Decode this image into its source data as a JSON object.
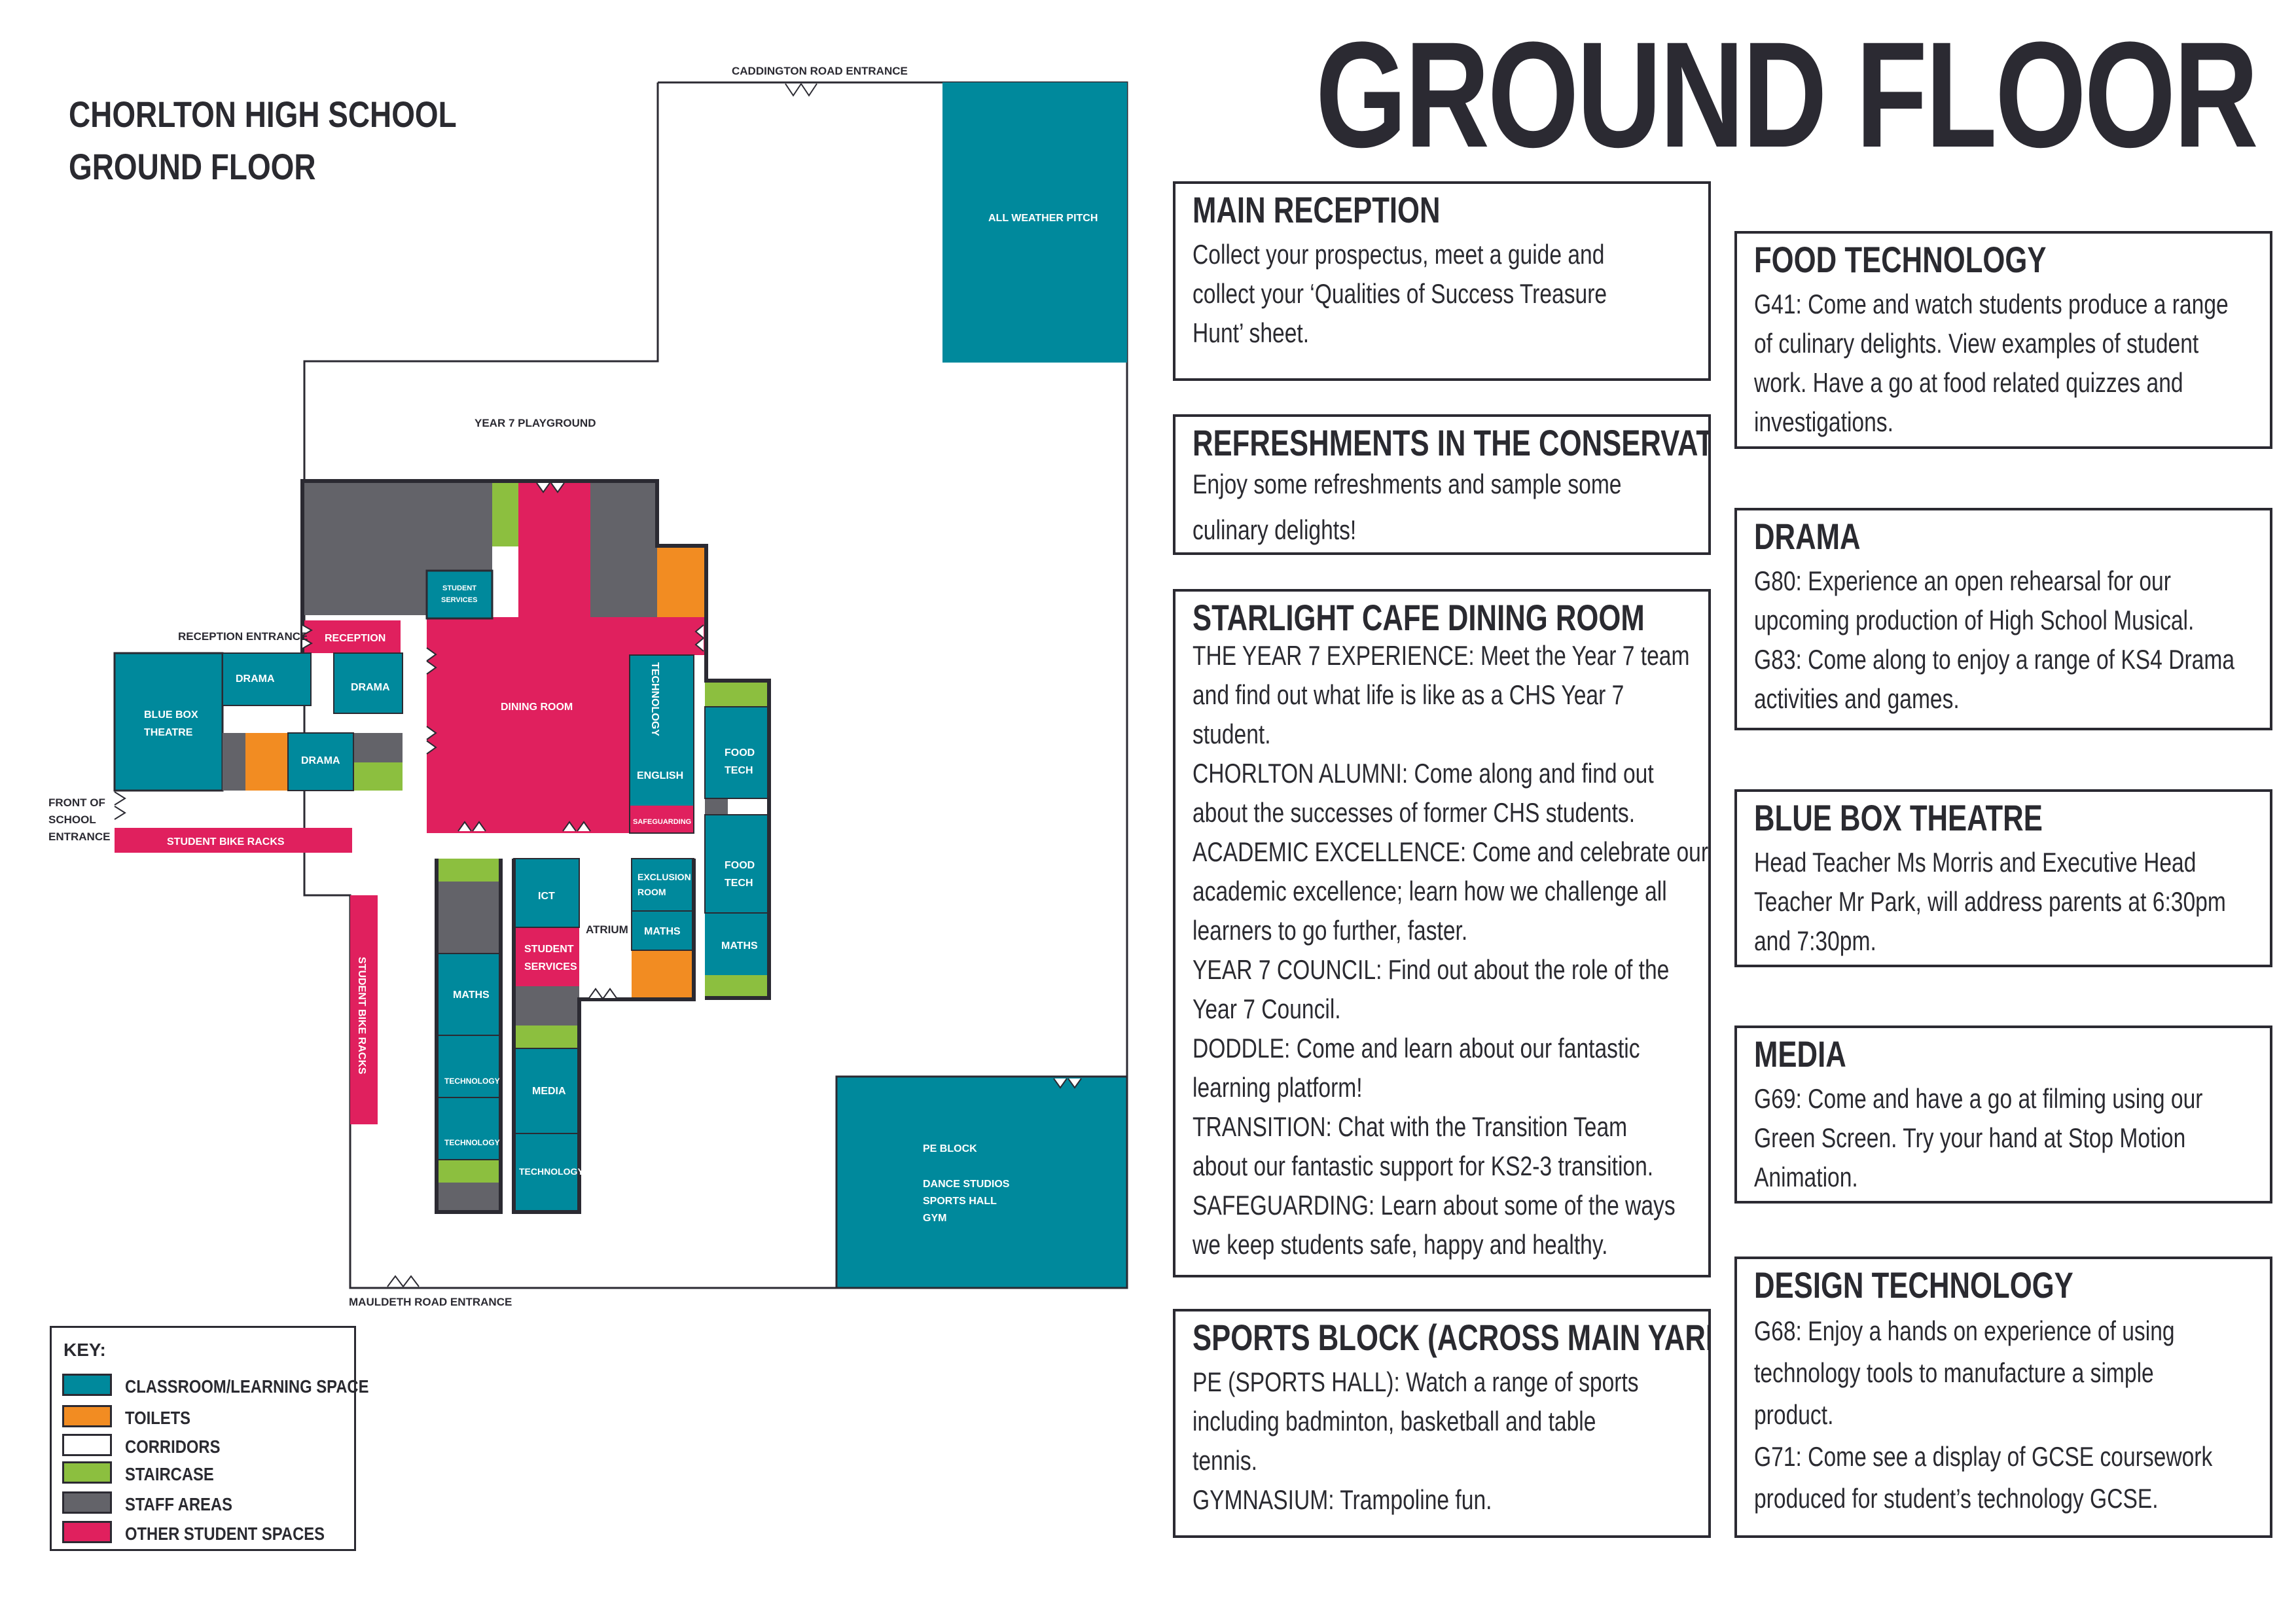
{
  "header": {
    "title": "GROUND FLOOR",
    "school_line1": "CHORLTON HIGH SCHOOL",
    "school_line2": "GROUND FLOOR"
  },
  "colors": {
    "classroom": "#00899c",
    "toilets": "#f28c22",
    "corridors": "#ffffff",
    "staircase": "#8cbf3f",
    "staff": "#636369",
    "student_spaces": "#e0205e",
    "outline": "#2b2a32"
  },
  "map_labels": {
    "caddington": "CADDINGTON ROAD ENTRANCE",
    "all_weather": "ALL WEATHER PITCH",
    "year7_playground": "YEAR 7 PLAYGROUND",
    "reception_entrance": "RECEPTION ENTRANCE",
    "student_services_top_1": "STUDENT",
    "student_services_top_2": "SERVICES",
    "reception": "RECEPTION",
    "blue_box_1": "BLUE BOX",
    "blue_box_2": "THEATRE",
    "drama_a": "DRAMA",
    "drama_b": "DRAMA",
    "drama_c": "DRAMA",
    "dining_room": "DINING ROOM",
    "technology_v": "TECHNOLOGY",
    "english": "ENGLISH",
    "safeguarding": "SAFEGUARDING",
    "food_tech_a1": "FOOD",
    "food_tech_a2": "TECH",
    "food_tech_b1": "FOOD",
    "food_tech_b2": "TECH",
    "front_1": "FRONT OF",
    "front_2": "SCHOOL",
    "front_3": "ENTRANCE",
    "bike_racks_h": "STUDENT BIKE RACKS",
    "bike_racks_v": "STUDENT BIKE RACKS",
    "ict": "ICT",
    "student_services_1": "STUDENT",
    "student_services_2": "SERVICES",
    "atrium": "ATRIUM",
    "exclusion_1": "EXCLUSION",
    "exclusion_2": "ROOM",
    "maths_a": "MATHS",
    "maths_b": "MATHS",
    "maths_c": "MATHS",
    "technology_a": "TECHNOLOGY",
    "technology_b": "TECHNOLOGY",
    "technology_c": "TECHNOLOGY",
    "media": "MEDIA",
    "pe_block": "PE BLOCK",
    "dance": "DANCE STUDIOS",
    "sports_hall": "SPORTS HALL",
    "gym": "GYM",
    "mauldeth": "MAULDETH ROAD ENTRANCE"
  },
  "key": {
    "title": "KEY:",
    "items": [
      {
        "label": "CLASSROOM/LEARNING SPACE",
        "color": "#00899c"
      },
      {
        "label": "TOILETS",
        "color": "#f28c22"
      },
      {
        "label": "CORRIDORS",
        "color": "#ffffff"
      },
      {
        "label": "STAIRCASE",
        "color": "#8cbf3f"
      },
      {
        "label": "STAFF AREAS",
        "color": "#636369"
      },
      {
        "label": "OTHER STUDENT SPACES",
        "color": "#e0205e"
      }
    ]
  },
  "panels": {
    "main_reception": {
      "title": "MAIN RECEPTION",
      "lines": [
        "Collect your prospectus, meet a guide and",
        "collect your ‘Qualities of Success Treasure",
        "Hunt’ sheet."
      ]
    },
    "refreshments": {
      "title": "REFRESHMENTS IN THE CONSERVATORY",
      "lines": [
        "Enjoy some refreshments and sample some",
        "culinary delights!"
      ]
    },
    "starlight": {
      "title": "STARLIGHT CAFE DINING ROOM",
      "lines": [
        "THE YEAR 7 EXPERIENCE: Meet the Year 7 team",
        "and find out what life is like as a CHS Year 7",
        "student.",
        "CHORLTON ALUMNI: Come along and find out",
        "about the successes of former CHS students.",
        "ACADEMIC EXCELLENCE: Come and celebrate our",
        "academic excellence; learn how we challenge all",
        "learners to go further, faster.",
        "YEAR 7 COUNCIL: Find out about the role of the",
        "Year 7 Council.",
        "DODDLE: Come and learn about our fantastic",
        "learning platform!",
        "TRANSITION: Chat with the Transition Team",
        "about our fantastic support for KS2-3 transition.",
        "SAFEGUARDING: Learn about some of the ways",
        "we keep students safe, happy and healthy."
      ]
    },
    "sports": {
      "title": "SPORTS BLOCK (ACROSS MAIN YARD)",
      "lines": [
        "PE (SPORTS HALL): Watch a range of sports",
        "including badminton, basketball and table",
        "tennis.",
        "GYMNASIUM: Trampoline fun."
      ]
    },
    "food": {
      "title": "FOOD TECHNOLOGY",
      "lines": [
        "G41: Come and watch students produce a range",
        "of culinary delights. View examples of student",
        "work. Have a go at food related quizzes and",
        "investigations."
      ]
    },
    "drama": {
      "title": "DRAMA",
      "lines": [
        "G80: Experience an open rehearsal for our",
        "upcoming production of High School Musical.",
        "G83: Come along to enjoy a range of KS4 Drama",
        "activities and games."
      ]
    },
    "bluebox": {
      "title": "BLUE BOX THEATRE",
      "lines": [
        "Head Teacher Ms Morris and Executive Head",
        "Teacher Mr Park, will address parents at 6:30pm",
        "and 7:30pm."
      ]
    },
    "media": {
      "title": "MEDIA",
      "lines": [
        "G69: Come and have a go at filming using our",
        "Green Screen. Try your hand at Stop Motion",
        "Animation."
      ]
    },
    "design": {
      "title": "DESIGN TECHNOLOGY",
      "lines": [
        "G68:  Enjoy a hands on experience of using",
        "technology tools to manufacture a simple",
        "product.",
        "G71: Come see a display of GCSE coursework",
        "produced for student’s technology GCSE."
      ]
    }
  }
}
